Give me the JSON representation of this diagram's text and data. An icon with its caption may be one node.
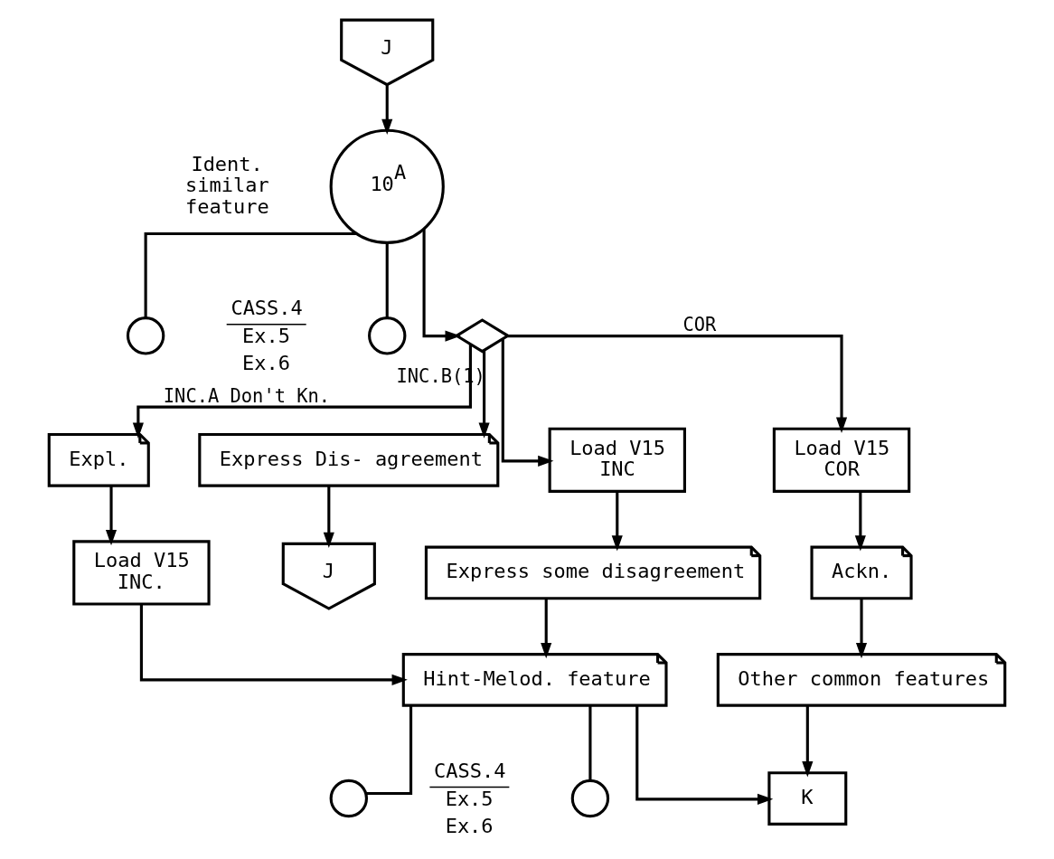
{
  "diagram": {
    "nodes": [
      {
        "text": [
          "J"
        ]
      },
      {
        "text": [
          "10$^{A}$"
        ],
        "beside": [
          "Ident. similar feature"
        ]
      },
      {
        "text": [],
        "shape": "circle"
      },
      {
        "text": [],
        "shape": "circle"
      },
      {
        "text": [],
        "shape": "diamond"
      },
      {
        "text": [
          "Expl."
        ]
      },
      {
        "text": [
          "Express Dis- agreement"
        ]
      },
      {
        "text": [
          "Load V15",
          "INC"
        ]
      },
      {
        "text": [
          "Load V15",
          "COR"
        ]
      },
      {
        "text": [
          "J"
        ]
      },
      {
        "text": [
          "Load V15",
          "INC."
        ]
      },
      {
        "text": [
          "Express some disagreement"
        ]
      },
      {
        "text": [
          "Hint-Melod. feature"
        ]
      },
      {
        "text": [],
        "shape": "circle"
      },
      {
        "text": [],
        "shape": "circle"
      },
      {
        "text": [
          "Ackn."
        ]
      },
      {
        "text": [
          "Other common features"
        ]
      },
      {
        "text": [
          "K"
        ]
      }
    ],
    "edges": [
      {
        "from": 0,
        "to": 1,
        "arrow": "to"
      },
      {
        "from": 1,
        "to": 2,
        "arrow": "none"
      },
      {
        "from": 1,
        "to": 3,
        "arrow": "none"
      },
      {
        "from": 1,
        "to": 4,
        "arrow": "to"
      },
      {
        "from": 4,
        "to": 5,
        "arrow": "to",
        "label": "INC.A Don't Kn."
      },
      {
        "from": 4,
        "to": 6,
        "arrow": "to",
        "label": "INC.B(1)"
      },
      {
        "from": 4,
        "to": 7,
        "arrow": "to"
      },
      {
        "from": 4,
        "to": 8,
        "arrow": "to",
        "label": "COR"
      },
      {
        "from": 6,
        "to": 9,
        "arrow": "to"
      },
      {
        "from": 5,
        "to": 10,
        "arrow": "to"
      },
      {
        "from": 7,
        "to": 11,
        "arrow": "to"
      },
      {
        "from": 10,
        "to": 12,
        "arrow": "to"
      },
      {
        "from": 11,
        "to": 12,
        "arrow": "to"
      },
      {
        "from": 12,
        "to": 13,
        "arrow": "none"
      },
      {
        "from": 12,
        "to": 14,
        "arrow": "none"
      },
      {
        "from": 8,
        "to": 15,
        "arrow": "to"
      },
      {
        "from": 15,
        "to": 16,
        "arrow": "to"
      },
      {
        "from": 16,
        "to": 17,
        "arrow": "to"
      },
      {
        "from": 12,
        "to": 17,
        "arrow": "to"
      }
    ],
    "labels": [
      "CASS.4",
      "Ex.5",
      "Ex.6",
      "CASS.4",
      "Ex.5",
      "Ex.6"
    ]
  }
}
